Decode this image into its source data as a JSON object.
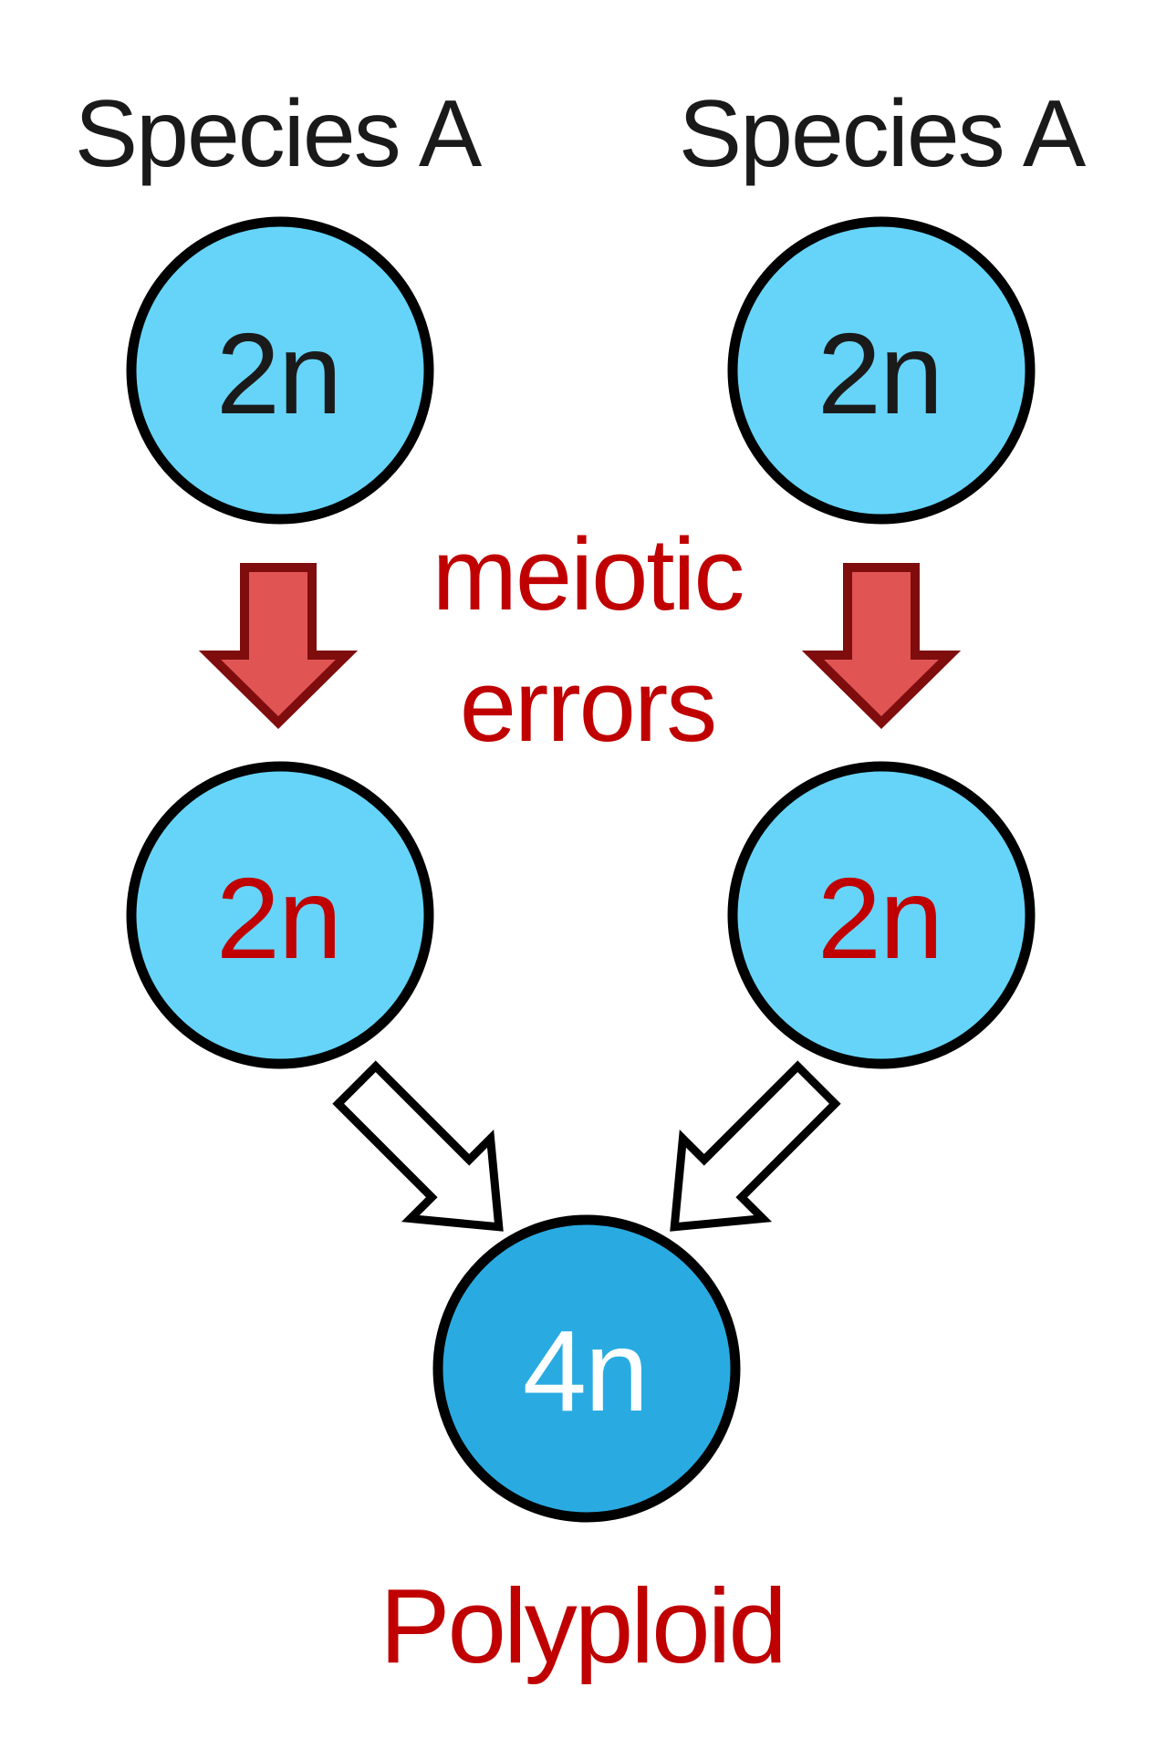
{
  "diagram": {
    "top_row": {
      "left_label": "Species A",
      "right_label": "Species A"
    },
    "cells": {
      "parent_left": "2n",
      "parent_right": "2n",
      "gamete_left": "2n",
      "gamete_right": "2n",
      "polyploid": "4n"
    },
    "annotations": {
      "meiotic_errors_line1": "meiotic",
      "meiotic_errors_line2": "errors",
      "result_label": "Polyploid"
    }
  },
  "colors": {
    "background": "#FFFFFF",
    "cell_light_blue": "#66D4F9",
    "cell_dark_blue": "#29ABE2",
    "cell_outline": "#000000",
    "red_arrow_fill": "#E15454",
    "red_arrow_outline": "#7F0D0D",
    "outline_arrow_fill": "#FFFFFF",
    "outline_arrow_stroke": "#000000",
    "label_black": "#1A1A1A",
    "annotation_red": "#C00000",
    "ploidy_red": "#C00000",
    "ploidy_white": "#FFFFFF"
  }
}
